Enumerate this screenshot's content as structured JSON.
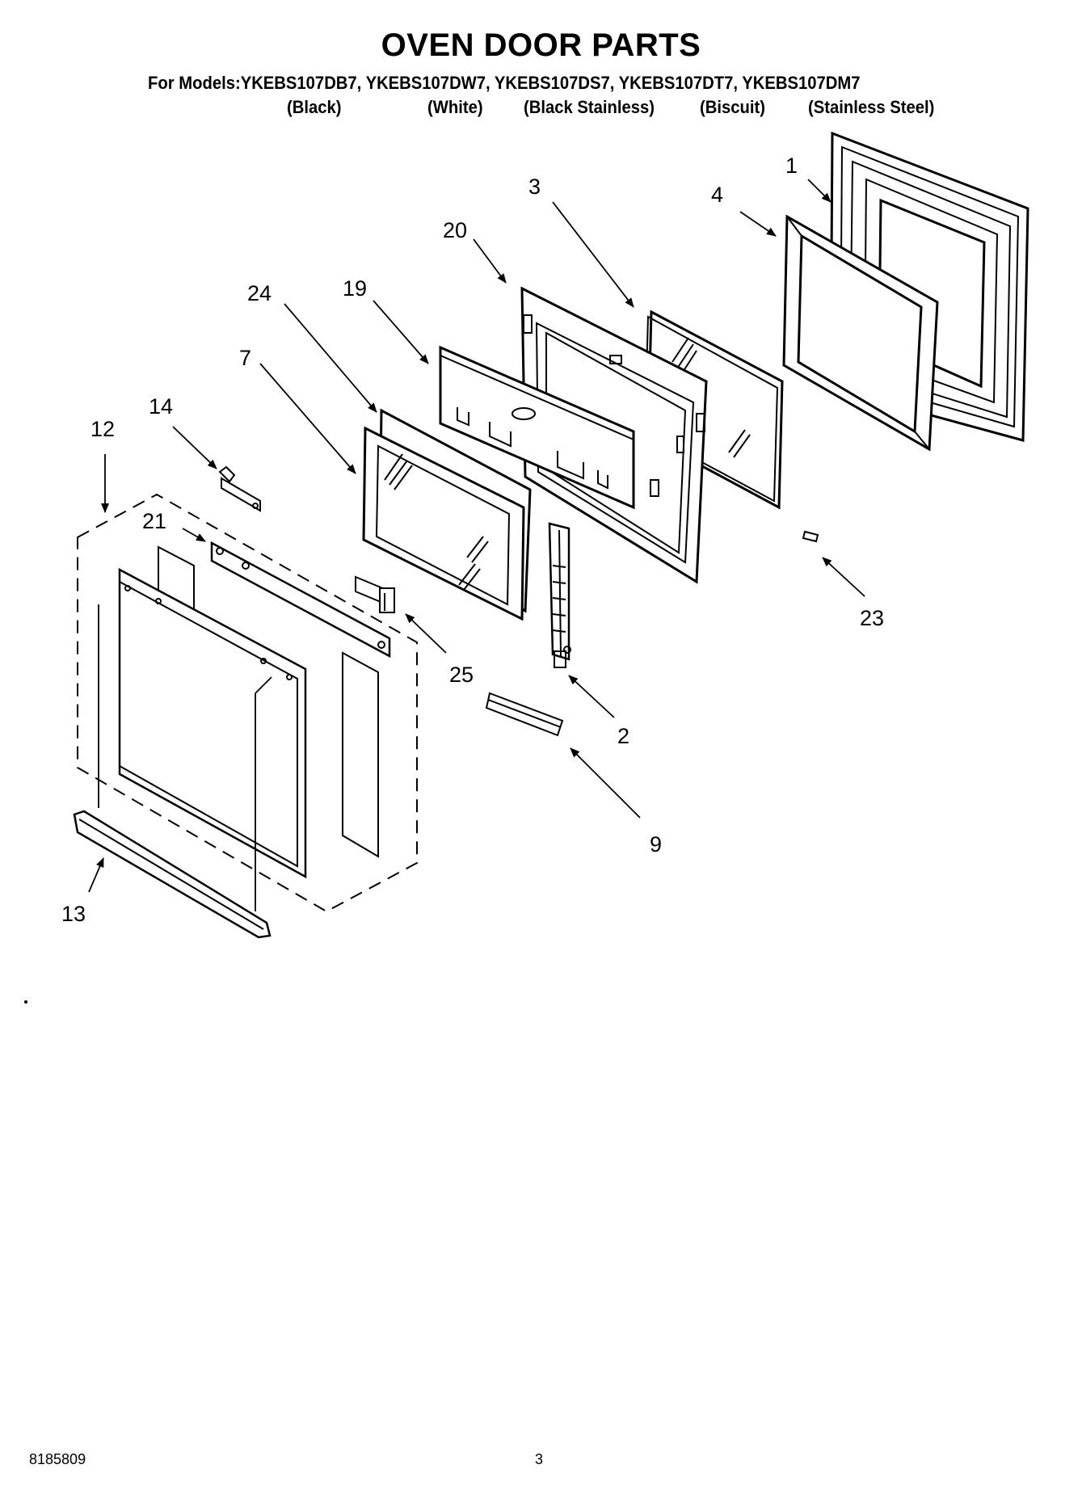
{
  "header": {
    "title": "OVEN DOOR PARTS",
    "models_line": "For Models:YKEBS107DB7, YKEBS107DW7, YKEBS107DS7, YKEBS107DT7, YKEBS107DM7",
    "colors": [
      "(Black)",
      "(White)",
      "(Black Stainless)",
      "(Biscuit)",
      "(Stainless Steel)"
    ]
  },
  "callouts": {
    "c1": "1",
    "c2": "2",
    "c3": "3",
    "c4": "4",
    "c7": "7",
    "c9": "9",
    "c12": "12",
    "c13": "13",
    "c14": "14",
    "c19": "19",
    "c20": "20",
    "c21": "21",
    "c23": "23",
    "c24": "24",
    "c25": "25"
  },
  "footer": {
    "part_number": "8185809",
    "page_number": "3"
  }
}
